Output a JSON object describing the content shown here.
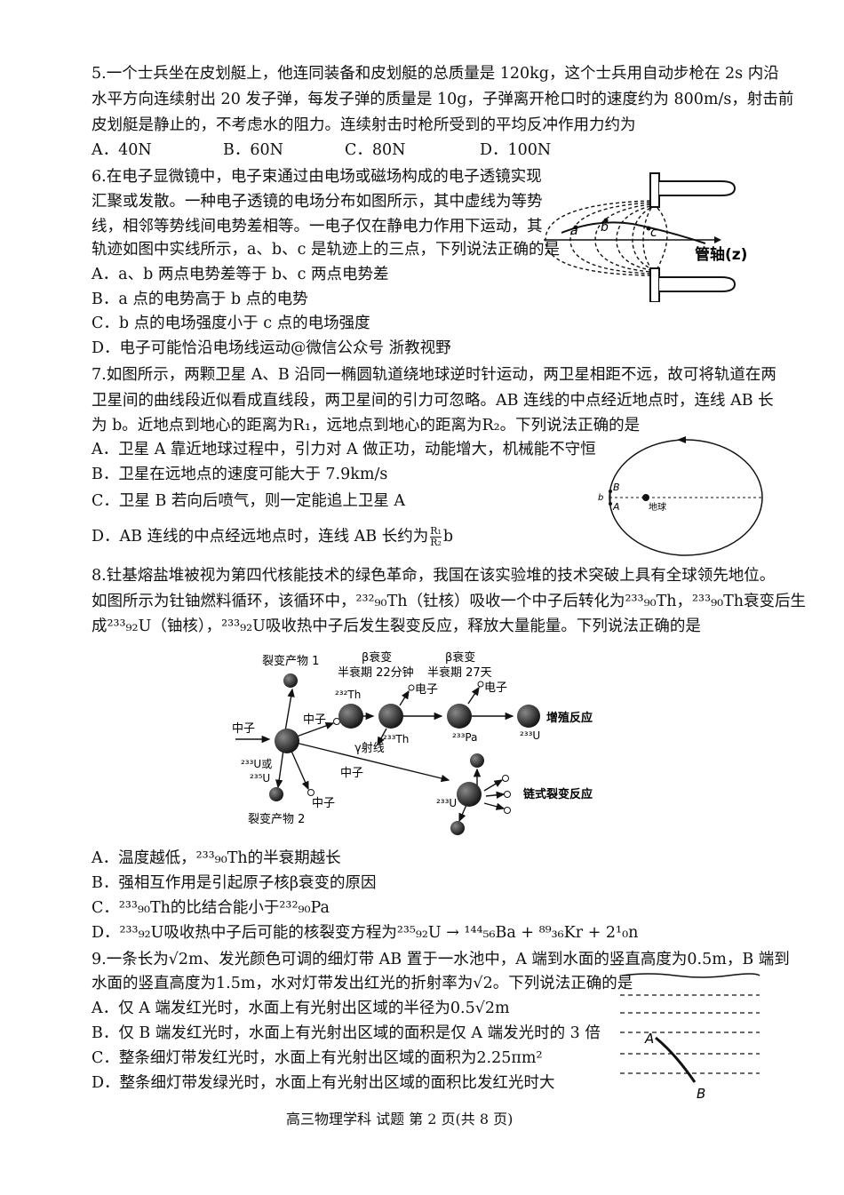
{
  "q5": {
    "lines": [
      "5.一个士兵坐在皮划艇上，他连同装备和皮划艇的总质量是 120kg，这个士兵用自动步枪在 2s 内沿",
      "水平方向连续射出 20 发子弹，每发子弹的质量是 10g，子弹离开枪口时的速度约为 800m/s，射击前",
      "皮划艇是静止的，不考虑水的阻力。连续射击时枪所受到的平均反冲作用力约为"
    ],
    "options": [
      "A．40N",
      "B．60N",
      "C．80N",
      "D．100N"
    ]
  },
  "q6": {
    "lines": [
      "6.在电子显微镜中，电子束通过由电场或磁场构成的电子透镜实现",
      "汇聚或发散。一种电子透镜的电场分布如图所示，其中虚线为等势",
      "线，相邻等势线间电势差相等。一电子仅在静电力作用下运动，其",
      "轨迹如图中实线所示，a、b、c 是轨迹上的三点，下列说法正确的是"
    ],
    "options": [
      "A．a、b 两点电势差等于 b、c 两点电势差",
      "B．a 点的电势高于 b 点的电势",
      "C．b 点的电场强度小于 c 点的电场强度",
      "D．电子可能恰沿电场线运动@微信公众号 浙教视野"
    ],
    "figure": {
      "axis_label": "管轴(z)",
      "point_labels": [
        "a",
        "b",
        "c"
      ]
    }
  },
  "q7": {
    "lines": [
      "7.如图所示，两颗卫星 A、B 沿同一椭圆轨道绕地球逆时针运动，两卫星相距不远，故可将轨道在两",
      "卫星间的曲线段近似看成直线段，两卫星间的引力可忽略。AB 连线的中点经近地点时，连线 AB 长",
      "为 b。近地点到地心的距离为R₁，远地点到地心的距离为R₂。下列说法正确的是"
    ],
    "options": [
      "A．卫星 A 靠近地球过程中，引力对 A 做正功，动能增大，机械能不守恒",
      "B．卫星在远地点的速度可能大于 7.9km/s",
      "C．卫星 B 若向后喷气，则一定能追上卫星 A"
    ],
    "option_d_prefix": "D．AB 连线的中点经远地点时，连线 AB 长约为",
    "option_d_frac_num": "R₁",
    "option_d_frac_den": "R₂",
    "option_d_suffix": "b",
    "figure": {
      "labels": [
        "B",
        "A",
        "b",
        "地球"
      ]
    }
  },
  "q8": {
    "lines": [
      "8.钍基熔盐堆被视为第四代核能技术的绿色革命，我国在该实验堆的技术突破上具有全球领先地位。",
      "如图所示为钍铀燃料循环，该循环中，²³²₉₀Th（钍核）吸收一个中子后转化为²³³₉₀Th，²³³₉₀Th衰变后生",
      "成²³³₉₂U（铀核），²³³₉₂U吸收热中子后发生裂变反应，释放大量能量。下列说法正确的是"
    ],
    "options": [
      "A．温度越低，²³³₉₀Th的半衰期越长",
      "B．强相互作用是引起原子核β衰变的原因",
      "C．²³³₉₀Th的比结合能小于²³²₉₀Pa",
      "D．²³³₉₂U吸收热中子后可能的核裂变方程为²³⁵₉₂U → ¹⁴⁴₅₆Ba + ⁸⁹₃₆Kr + 2¹₀n"
    ],
    "figure": {
      "fission1": "裂变产物 1",
      "fission2": "裂变产物 2",
      "beta1": "β衰变",
      "half1": "半衰期 22分钟",
      "beta2": "β衰变",
      "half2": "半衰期 27天",
      "neutron_in": "中子",
      "neutron_th": "中子",
      "neutron_u": "中子",
      "neutron_out": "中子",
      "electron1": "电子",
      "electron2": "电子",
      "gamma": "γ射线",
      "breeding": "增殖反应",
      "chain": "链式裂变反应",
      "u_or": "²³³U或",
      "u235": "²³⁵U",
      "th232": "²³²Th",
      "th233": "²³³Th",
      "pa233": "²³³Pa",
      "u233a": "²³³U",
      "u233b": "²³³U"
    }
  },
  "q9": {
    "lines": [
      "9.一条长为√2m、发光颜色可调的细灯带 AB 置于一水池中，A 端到水面的竖直高度为0.5m，B 端到",
      "水面的竖直高度为1.5m，水对灯带发出红光的折射率为√2。下列说法正确的是"
    ],
    "options": [
      "A．仅 A 端发红光时，水面上有光射出区域的半径为0.5√2m",
      "B．仅 B 端发红光时，水面上有光射出区域的面积是仅 A 端发光时的 3 倍",
      "C．整条细灯带发红光时，水面上有光射出区域的面积为2.25πm²",
      "D．整条细灯带发绿光时，水面上有光射出区域的面积比发红光时大"
    ],
    "figure": {
      "labels": [
        "A",
        "B"
      ]
    }
  },
  "footer": "高三物理学科 试题 第 2 页(共 8 页)"
}
